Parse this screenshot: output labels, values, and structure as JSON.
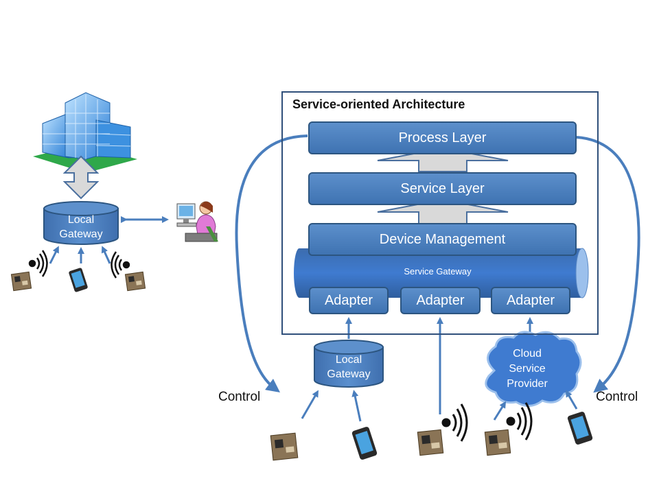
{
  "soa": {
    "title": "Service-oriented Architecture",
    "process_layer": "Process Layer",
    "service_layer": "Service Layer",
    "device_management": "Device Management",
    "service_gateway": "Service Gateway",
    "adapters": [
      "Adapter",
      "Adapter",
      "Adapter"
    ]
  },
  "local_gateway_left": {
    "line1": "Local",
    "line2": "Gateway"
  },
  "local_gateway_bottom": {
    "line1": "Local",
    "line2": "Gateway"
  },
  "cloud": {
    "line1": "Cloud",
    "line2": "Service",
    "line3": "Provider"
  },
  "control_left": "Control",
  "control_right": "Control",
  "colors": {
    "layer_fill": "#4a7ebd",
    "layer_border": "#2c5580",
    "arrow_blue": "#4a7ebd",
    "hollow_arrow": "#d9d9d9"
  },
  "icons": [
    "building-icon",
    "person-computer-icon",
    "sensor-board-icon",
    "smartphone-icon",
    "wireless-signal-icon"
  ]
}
